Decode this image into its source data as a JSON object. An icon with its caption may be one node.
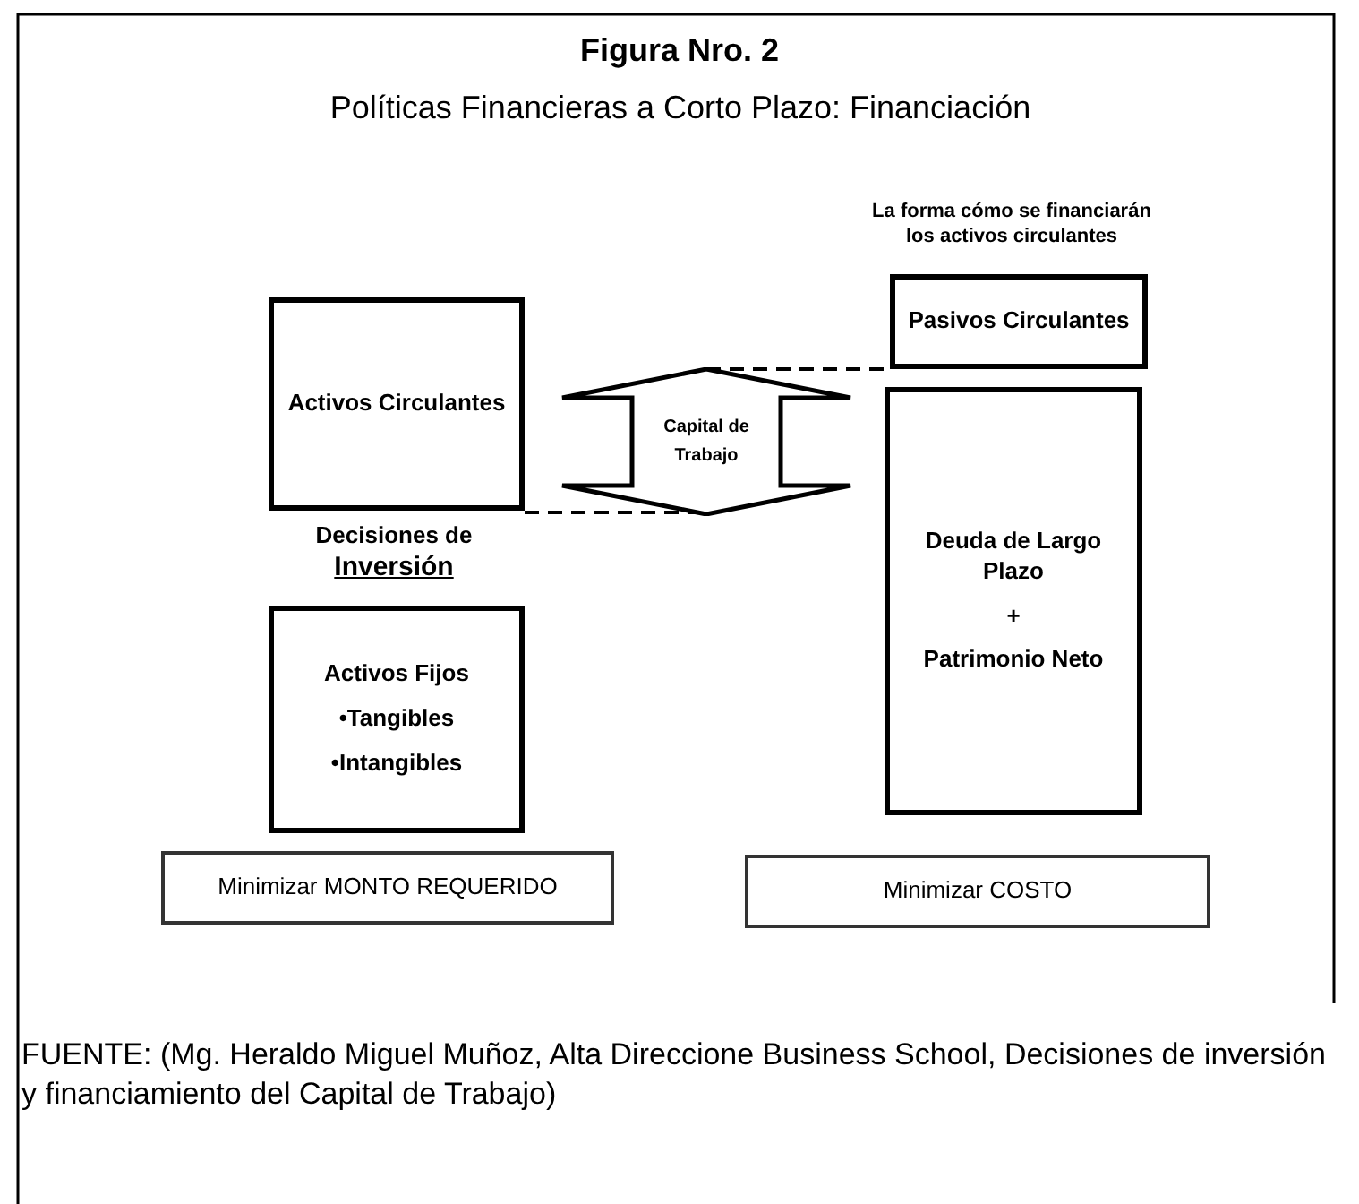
{
  "diagram": {
    "title": "Figura Nro. 2",
    "caption": "FUENTE: (Mg. Heraldo Miguel Muñoz, Alta Direccione Business School, Decisiones de inversión y financiamiento del Capital de Trabajo)",
    "nodes": [
      {
        "text": [
          "Activos Circulantes"
        ]
      },
      {
        "text": [
          "Capital de Trabajo"
        ]
      },
      {
        "text": [
          "Activos Fijos",
          "•Tangibles",
          "•Intangibles"
        ]
      },
      {
        "text": [
          "Pasivos Circulantes"
        ]
      },
      {
        "text": [
          "Deuda de Largo Plazo",
          "+",
          "Patrimonio Neto"
        ]
      },
      {
        "text": [
          "Minimizar MONTO REQUERIDO"
        ]
      },
      {
        "text": [
          "Minimizar COSTO"
        ]
      }
    ],
    "edges": [
      {
        "from": 0,
        "to": 1,
        "arrow": "none",
        "style": "dashed"
      },
      {
        "from": 1,
        "to": 3,
        "arrow": "none",
        "style": "dashed"
      }
    ],
    "labels": [
      "Políticas Financieras a Corto Plazo: Financiación",
      "La forma cómo se financiarán los activos circulantes",
      "Decisiones de",
      "Inversión"
    ]
  }
}
